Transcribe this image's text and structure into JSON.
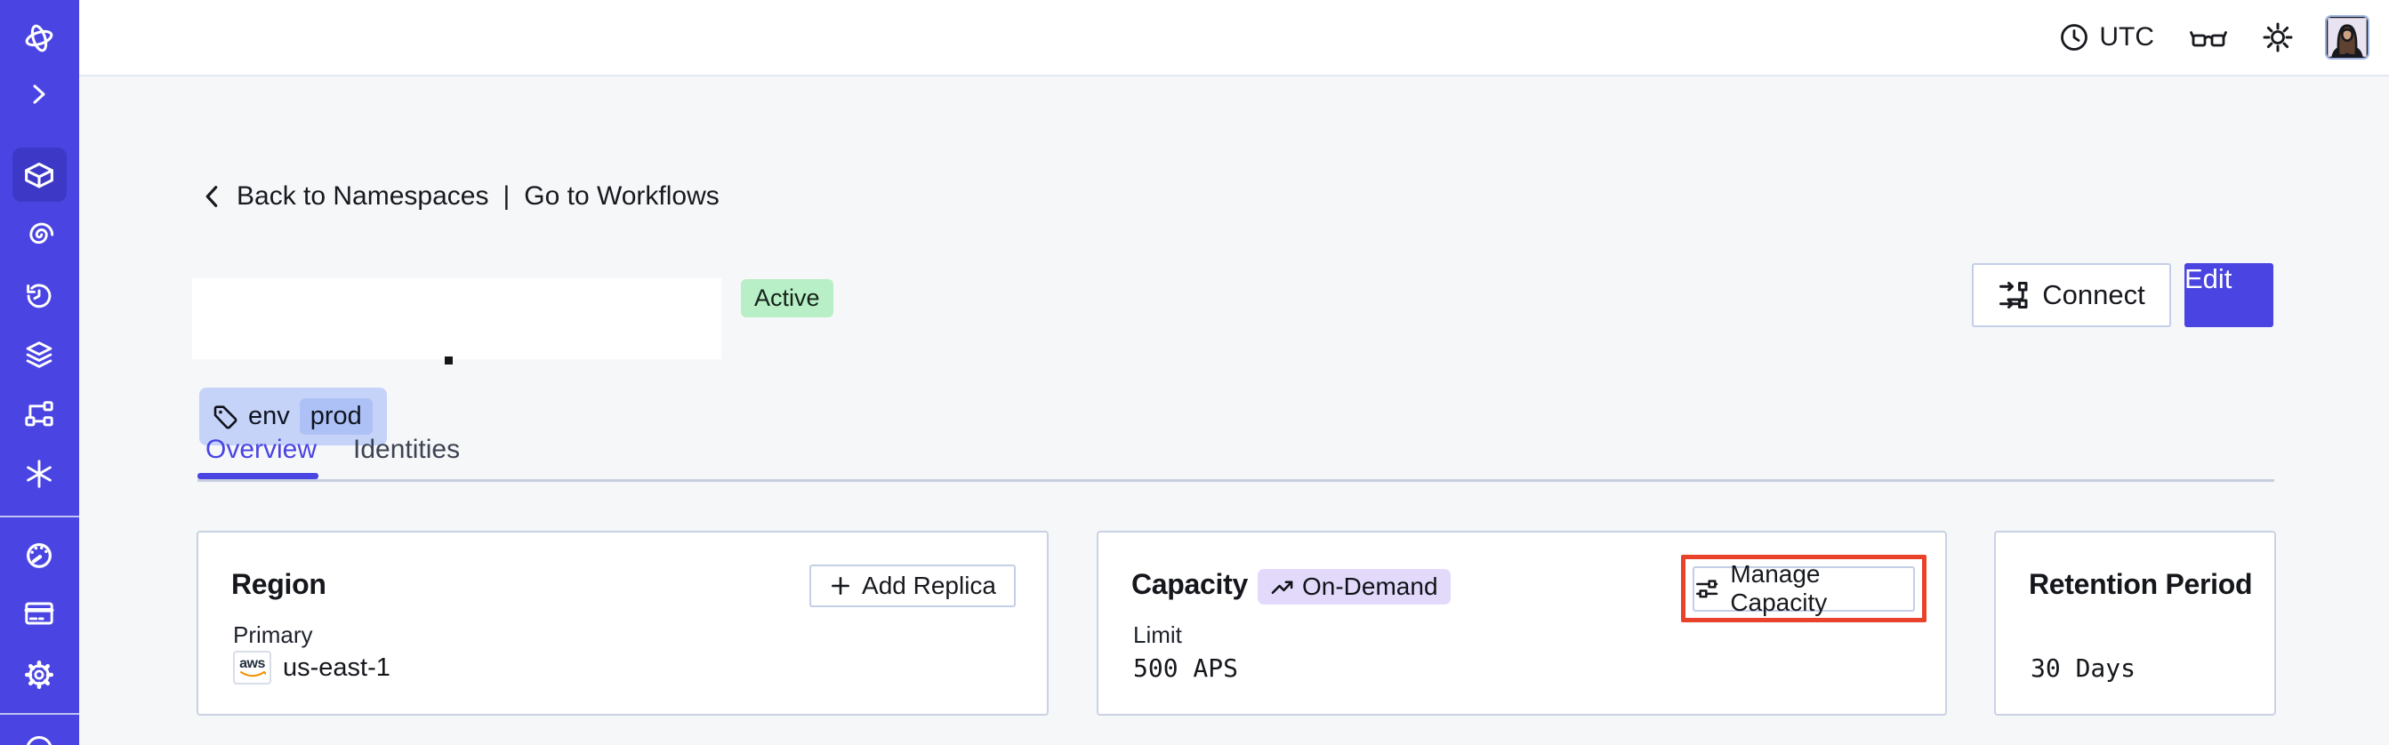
{
  "colors": {
    "sidebar": "#4A45E2",
    "sidebar_active_item": "#3D39C6",
    "accent_purple": "#4A45E2",
    "page_background": "#F6F7F9",
    "card_border": "#C9D2E3",
    "status_active_bg": "#B9EFC7",
    "tag_bg": "#C5D3F9",
    "tag_chip_bg": "#AEC1F6",
    "on_demand_bg": "#E3D9FB",
    "highlight_red": "#E8432A",
    "aws_orange": "#F29100"
  },
  "sidebar": {
    "items": [
      {
        "icon": "temporal-logo-icon"
      },
      {
        "icon": "chevron-right-icon"
      },
      {
        "icon": "namespaces-cube-icon",
        "active": true
      },
      {
        "icon": "spiral-icon"
      },
      {
        "icon": "schedule-clock-icon"
      },
      {
        "icon": "layers-icon"
      },
      {
        "icon": "deployments-branch-icon"
      },
      {
        "icon": "nexus-asterisk-icon"
      },
      {
        "icon": "usage-gauge-icon"
      },
      {
        "icon": "billing-card-icon"
      },
      {
        "icon": "settings-gear-icon"
      },
      {
        "icon": "profile-circle-icon"
      }
    ]
  },
  "topbar": {
    "timezone": "UTC",
    "icons": [
      "clock-icon",
      "glasses-icon",
      "sun-icon",
      "avatar"
    ]
  },
  "breadcrumb": {
    "back_label": "Back to Namespaces",
    "separator": "|",
    "go_label": "Go to Workflows"
  },
  "namespace": {
    "status": "Active",
    "tag_key": "env",
    "tag_value": "prod"
  },
  "actions": {
    "connect_label": "Connect",
    "edit_label": "Edit"
  },
  "tabs": [
    {
      "label": "Overview",
      "active": true
    },
    {
      "label": "Identities",
      "active": false
    }
  ],
  "cards": {
    "region": {
      "title": "Region",
      "add_replica_label": "Add Replica",
      "label": "Primary",
      "provider_label": "aws",
      "value": "us-east-1"
    },
    "capacity": {
      "title": "Capacity",
      "badge": "On-Demand",
      "manage_label": "Manage Capacity",
      "label": "Limit",
      "value": "500 APS",
      "highlighted": true
    },
    "retention": {
      "title": "Retention Period",
      "value": "30 Days"
    }
  }
}
